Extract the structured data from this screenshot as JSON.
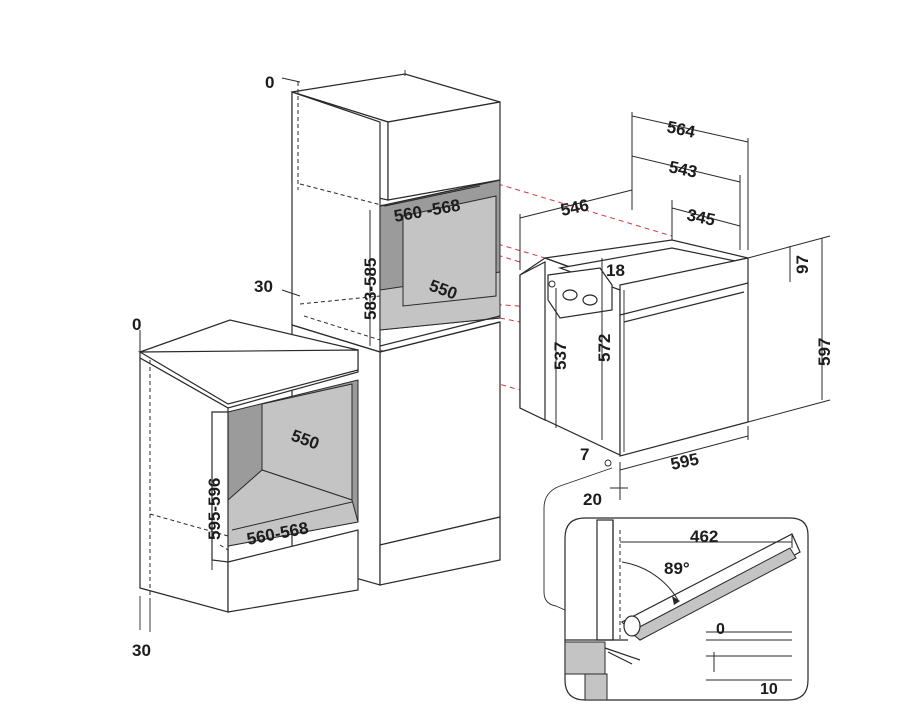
{
  "dimensions": {
    "tall_cabinet": {
      "top_offset": "0",
      "base_offset": "30",
      "niche_width": "560 -568",
      "niche_depth": "550",
      "niche_height": "583-585"
    },
    "base_cabinet": {
      "top_offset": "0",
      "bottom_offset": "30",
      "niche_depth": "550",
      "niche_width": "560-568",
      "niche_height": "595-596"
    },
    "oven": {
      "overall_depth": "564",
      "depth_543": "543",
      "body_depth": "546",
      "top_depth": "345",
      "top_step": "18",
      "front_top": "97",
      "overall_height": "597",
      "side_height": "537",
      "body_height": "572",
      "width": "595",
      "bottom_gap": "7",
      "front_offset": "20"
    },
    "door_detail": {
      "door_length": "462",
      "angle": "89°",
      "clearance_top": "0",
      "clearance_bottom": "10"
    }
  }
}
